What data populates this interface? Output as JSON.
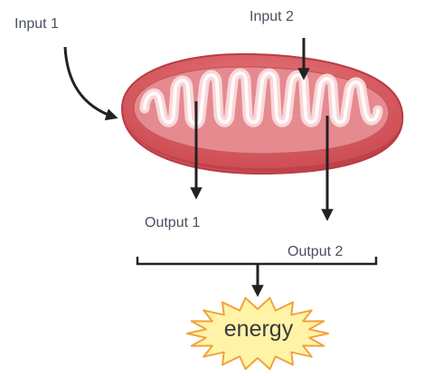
{
  "labels": {
    "input_1": "Input 1",
    "input_2": "Input 2",
    "output_1": "Output 1",
    "output_2": "Output 2",
    "energy": "energy"
  },
  "icons": {
    "organelle": "mitochondrion-icon",
    "burst": "starburst-icon"
  },
  "colors": {
    "outer_membrane": "#d95a5e",
    "outer_shadow": "#b83c44",
    "inner_membrane": "#e88c90",
    "cristae": "#f7d0d3",
    "cristae_highlight": "#ffffff",
    "burst_fill": "#fff3a8",
    "burst_stroke": "#f2a23a",
    "arrow": "#222222",
    "text": "#4a5060"
  }
}
